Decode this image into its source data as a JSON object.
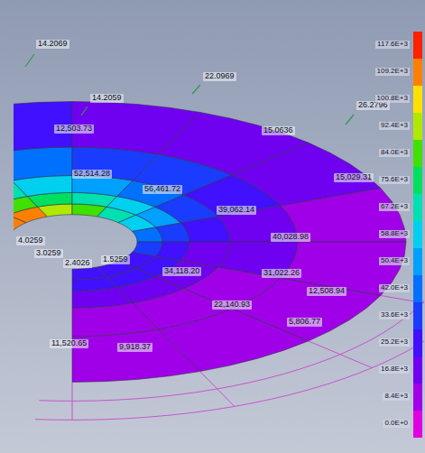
{
  "diagram": {
    "labels": [
      "14.2069",
      "14.2059",
      "22.0969",
      "26.2796",
      "15.0636",
      "12,503.73",
      "52,514.28",
      "56,461.72",
      "15,029.31",
      "39,062.14",
      "4.0259",
      "3.0259",
      "2.4026",
      "1.5259",
      "40,028.98",
      "34,118.20",
      "31,022.26",
      "12,508.94",
      "22,140.93",
      "5,806.77",
      "11,520.65",
      "9,918.37"
    ],
    "legend": [
      {
        "text": "117.6E+3",
        "color": "#ff2000"
      },
      {
        "text": "109.2E+3",
        "color": "#ff8000"
      },
      {
        "text": "100.8E+3",
        "color": "#ffe000"
      },
      {
        "text": "92.4E+3",
        "color": "#b0e800"
      },
      {
        "text": "84.0E+3",
        "color": "#40e000"
      },
      {
        "text": "75.6E+3",
        "color": "#00e060"
      },
      {
        "text": "67.2E+3",
        "color": "#00e0b0"
      },
      {
        "text": "58.8E+3",
        "color": "#00d0f0"
      },
      {
        "text": "50.4E+3",
        "color": "#00a0ff"
      },
      {
        "text": "42.0E+3",
        "color": "#0070ff"
      },
      {
        "text": "33.6E+3",
        "color": "#1a3cff"
      },
      {
        "text": "25.2E+3",
        "color": "#4010ff"
      },
      {
        "text": "16.8E+3",
        "color": "#7000f0"
      },
      {
        "text": "8.4E+3",
        "color": "#a000e8"
      },
      {
        "text": "0.0E+0",
        "color": "#e000e0"
      }
    ]
  }
}
